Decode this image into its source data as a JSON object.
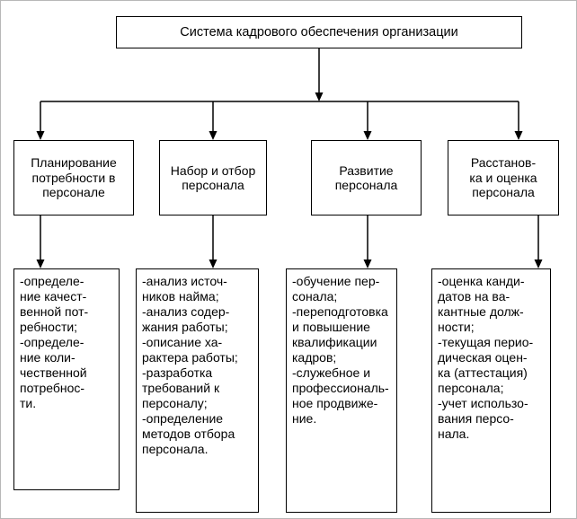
{
  "title": "Система кадрового обеспечения организации",
  "branches": [
    {
      "title": "Планирование\nпотребности в\nперсонале",
      "details": "-определе-\nние качест-\nвенной пот-\nребности;\n-определе-\nние коли-\nчественной\nпотребнос-\nти."
    },
    {
      "title": "Набор и отбор\nперсонала",
      "details": "-анализ источ-\nников найма;\n-анализ содер-\nжания работы;\n-описание ха-\nрактера работы;\n-разработка\nтребований к\nперсоналу;\n-определение\nметодов отбора\nперсонала."
    },
    {
      "title": "Развитие\nперсонала",
      "details": "-обучение пер-\nсонала;\n-переподготовка\nи повышение\nквалификации\nкадров;\n-служебное и\nпрофессиональ-\nное продвиже-\nние."
    },
    {
      "title": "Расстанов-\nка и оценка\nперсонала",
      "details": "-оценка канди-\nдатов на ва-\nкантные долж-\nности;\n-текущая перио-\nдическая оцен-\nка (аттестация)\nперсонала;\n-учет использо-\nвания персо-\nнала."
    }
  ],
  "colors": {
    "line": "#000000",
    "border": "#000000",
    "background": "#ffffff"
  }
}
